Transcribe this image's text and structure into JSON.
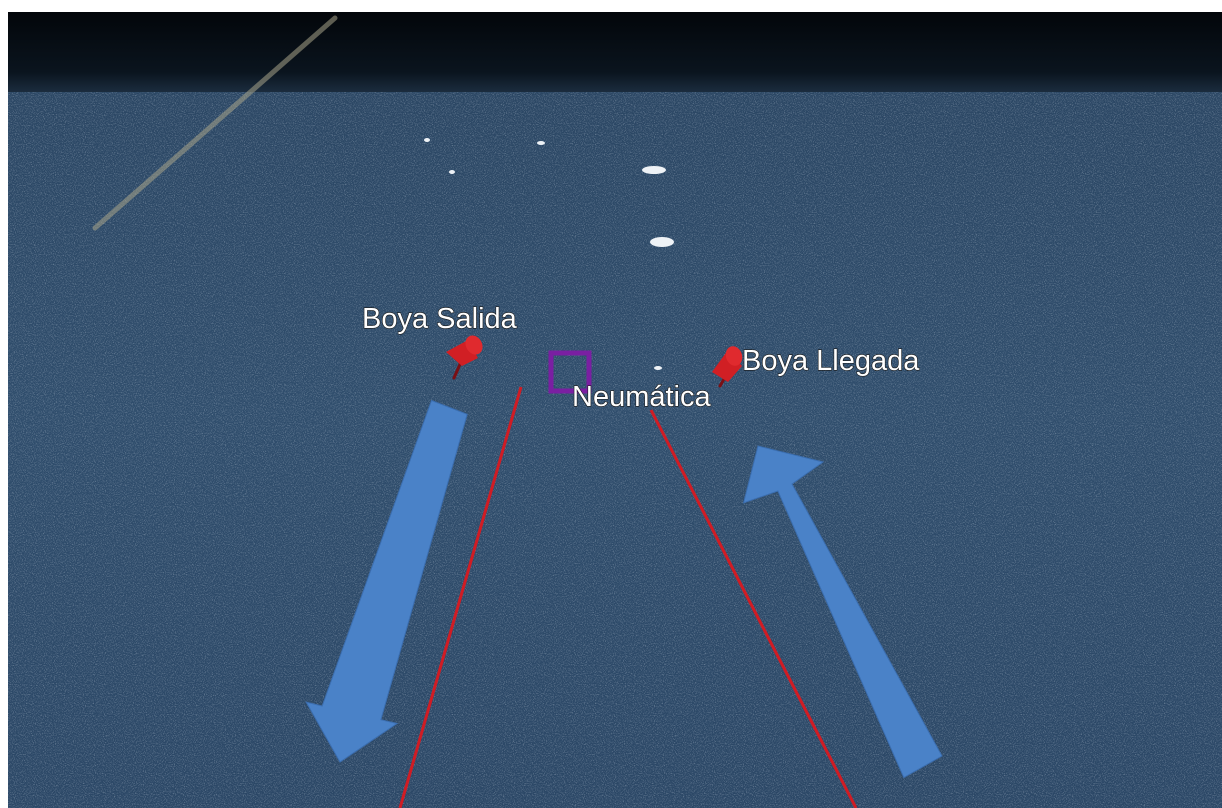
{
  "map": {
    "placemarks": [
      {
        "id": "start-buoy",
        "label": "Boya Salida",
        "icon": "pushpin-icon",
        "color": "#d11f24"
      },
      {
        "id": "finish-buoy",
        "label": "Boya Llegada",
        "icon": "pushpin-icon",
        "color": "#d11f24"
      },
      {
        "id": "dinghy",
        "label": "Neumática",
        "icon": "square-marker-icon",
        "color": "#7a1fa2"
      }
    ],
    "arrows": [
      {
        "id": "outbound-arrow",
        "icon": "arrow-down-left-icon",
        "color": "#4a82c8"
      },
      {
        "id": "return-arrow",
        "icon": "arrow-up-left-icon",
        "color": "#4a82c8"
      }
    ],
    "lines": [
      {
        "id": "left-course-line",
        "color": "#d01c24"
      },
      {
        "id": "right-course-line",
        "color": "#d01c24"
      }
    ],
    "colors": {
      "sea": "#2f4d6c",
      "sky": "#050a10"
    }
  }
}
